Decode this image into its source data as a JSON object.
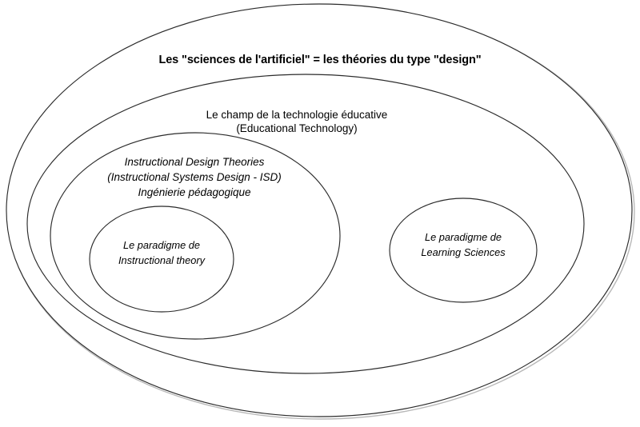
{
  "diagram": {
    "type": "nested-venn-ellipses",
    "background_color": "#ffffff",
    "stroke_color": "#2b2b2b",
    "layers": [
      {
        "id": "sciences-artificiel",
        "label_lines": [
          "Les \"sciences de l'artificiel\" = les théories du type \"design\""
        ],
        "style": "bold"
      },
      {
        "id": "technologie-educative",
        "label_lines": [
          "Le champ de la technologie éducative",
          "(Educational Technology)"
        ],
        "style": "plain"
      },
      {
        "id": "instructional-design-theories",
        "label_lines": [
          "Instructional Design Theories",
          "(Instructional Systems Design - ISD)",
          "Ingénierie pédagogique"
        ],
        "style": "italic"
      },
      {
        "id": "paradigme-instructional-theory",
        "label_lines": [
          "Le paradigme de",
          "Instructional theory"
        ],
        "style": "italic"
      },
      {
        "id": "paradigme-learning-sciences",
        "label_lines": [
          "Le paradigme de",
          "Learning Sciences"
        ],
        "style": "italic"
      }
    ],
    "text": {
      "outer_title": "Les \"sciences de l'artificiel\" = les théories du type \"design\"",
      "edtech_line1": "Le champ de la technologie éducative",
      "edtech_line2": "(Educational Technology)",
      "isd_line1": "Instructional Design Theories",
      "isd_line2": "(Instructional Systems Design - ISD)",
      "isd_line3": "Ingénierie pédagogique",
      "instructional_line1": "Le paradigme de",
      "instructional_line2": "Instructional theory",
      "learning_line1": "Le paradigme de",
      "learning_line2": "Learning Sciences"
    }
  }
}
